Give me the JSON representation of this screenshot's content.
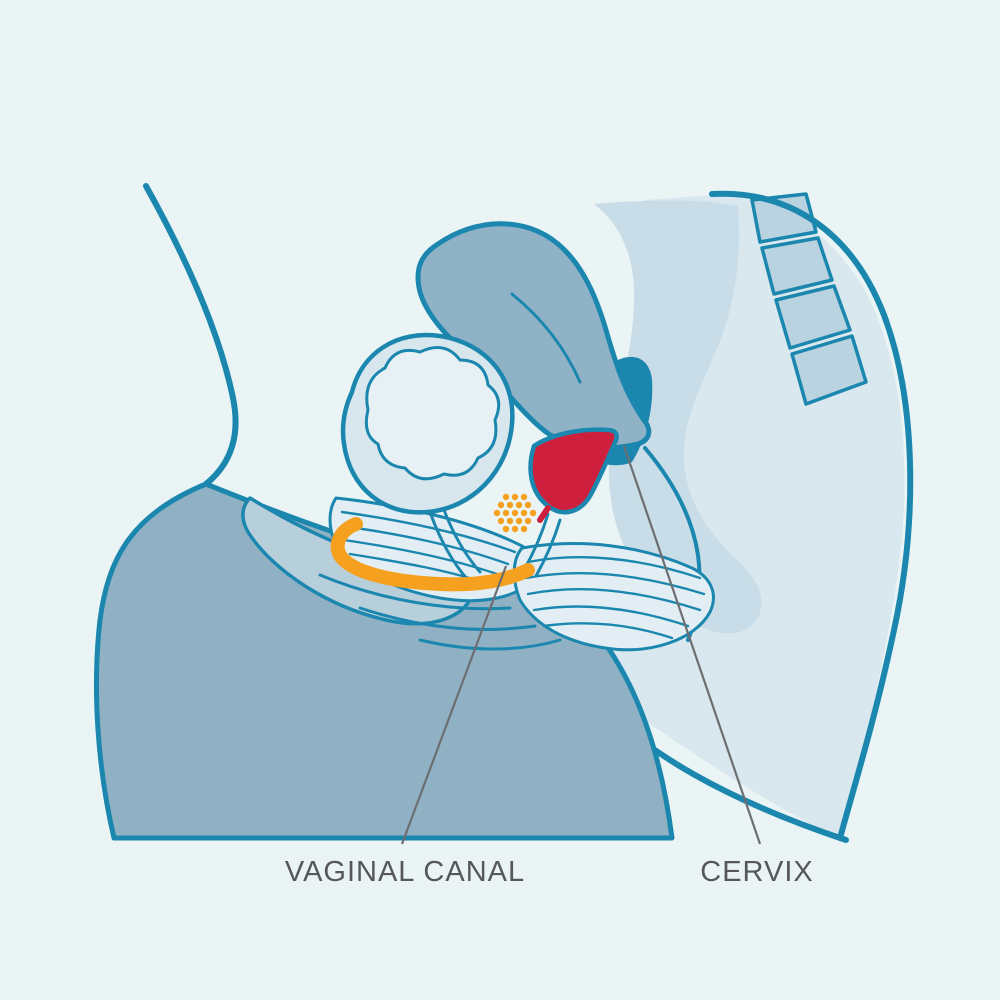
{
  "diagram": {
    "type": "anatomical-illustration",
    "description": "Side cross-section of a female pelvis showing a red menstrual cup positioned in the vaginal canal just below the cervix",
    "labels": [
      {
        "id": "vaginal-canal",
        "text": "VAGINAL CANAL"
      },
      {
        "id": "cervix",
        "text": "CERVIX"
      }
    ]
  },
  "colors": {
    "background": "#eaf4f4",
    "outline": "#1b87af",
    "back-fill": "#d9e7ee",
    "spine-fill": "#b9d3e1",
    "sacrum-fill": "#c9dde8",
    "thigh-fill": "#8fb1c3",
    "mound-fill": "#b7cedb",
    "bladder-fill": "#d8e6ed",
    "bladder-inner-fill": "#e7f0f4",
    "uterus-fill": "#8fb2c7",
    "muscle-fill": "#e2eef3",
    "cup-red": "#ce1f3d",
    "accent-orange": "#f5a01e",
    "zigzag-white": "#dff0f5",
    "label-text": "#56575b",
    "leader-line": "#6d6e71"
  }
}
